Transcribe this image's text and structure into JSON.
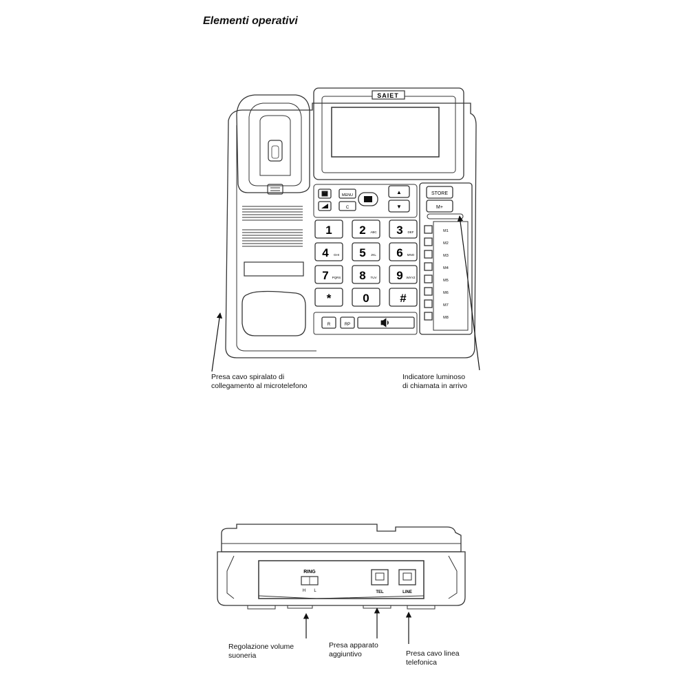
{
  "title": "Elementi operativi",
  "brand": "SAIET",
  "function_keys": [
    "MENU",
    "C"
  ],
  "nav_keys": {
    "up": "▲",
    "down": "▼"
  },
  "memory_keys": {
    "store": "STORE",
    "mplus": "M+"
  },
  "keypad": [
    {
      "digit": "1",
      "letters": ""
    },
    {
      "digit": "2",
      "letters": "ABC"
    },
    {
      "digit": "3",
      "letters": "DEF"
    },
    {
      "digit": "4",
      "letters": "GHI"
    },
    {
      "digit": "5",
      "letters": "JKL"
    },
    {
      "digit": "6",
      "letters": "MNO"
    },
    {
      "digit": "7",
      "letters": "PQRS"
    },
    {
      "digit": "8",
      "letters": "TUV"
    },
    {
      "digit": "9",
      "letters": "WXYZ"
    },
    {
      "digit": "*",
      "letters": ""
    },
    {
      "digit": "0",
      "letters": ""
    },
    {
      "digit": "#",
      "letters": ""
    }
  ],
  "bottom_keys": [
    "R",
    "RP"
  ],
  "memory_slots": [
    "M1",
    "M2",
    "M3",
    "M4",
    "M5",
    "M6",
    "M7",
    "M8"
  ],
  "back_panel": {
    "ring_label": "RING",
    "ring_h": "H",
    "ring_l": "L",
    "tel_label": "TEL",
    "line_label": "LINE"
  },
  "callouts": {
    "handset_jack": [
      "Presa cavo spiralato di",
      "collegamento al microtelefono"
    ],
    "incoming_light": [
      "Indicatore luminoso",
      "di chiamata in arrivo"
    ],
    "ring_volume": [
      "Regolazione volume",
      "suoneria"
    ],
    "aux_jack": [
      "Presa apparato",
      "aggiuntivo"
    ],
    "line_jack": [
      "Presa cavo linea",
      "telefonica"
    ]
  }
}
